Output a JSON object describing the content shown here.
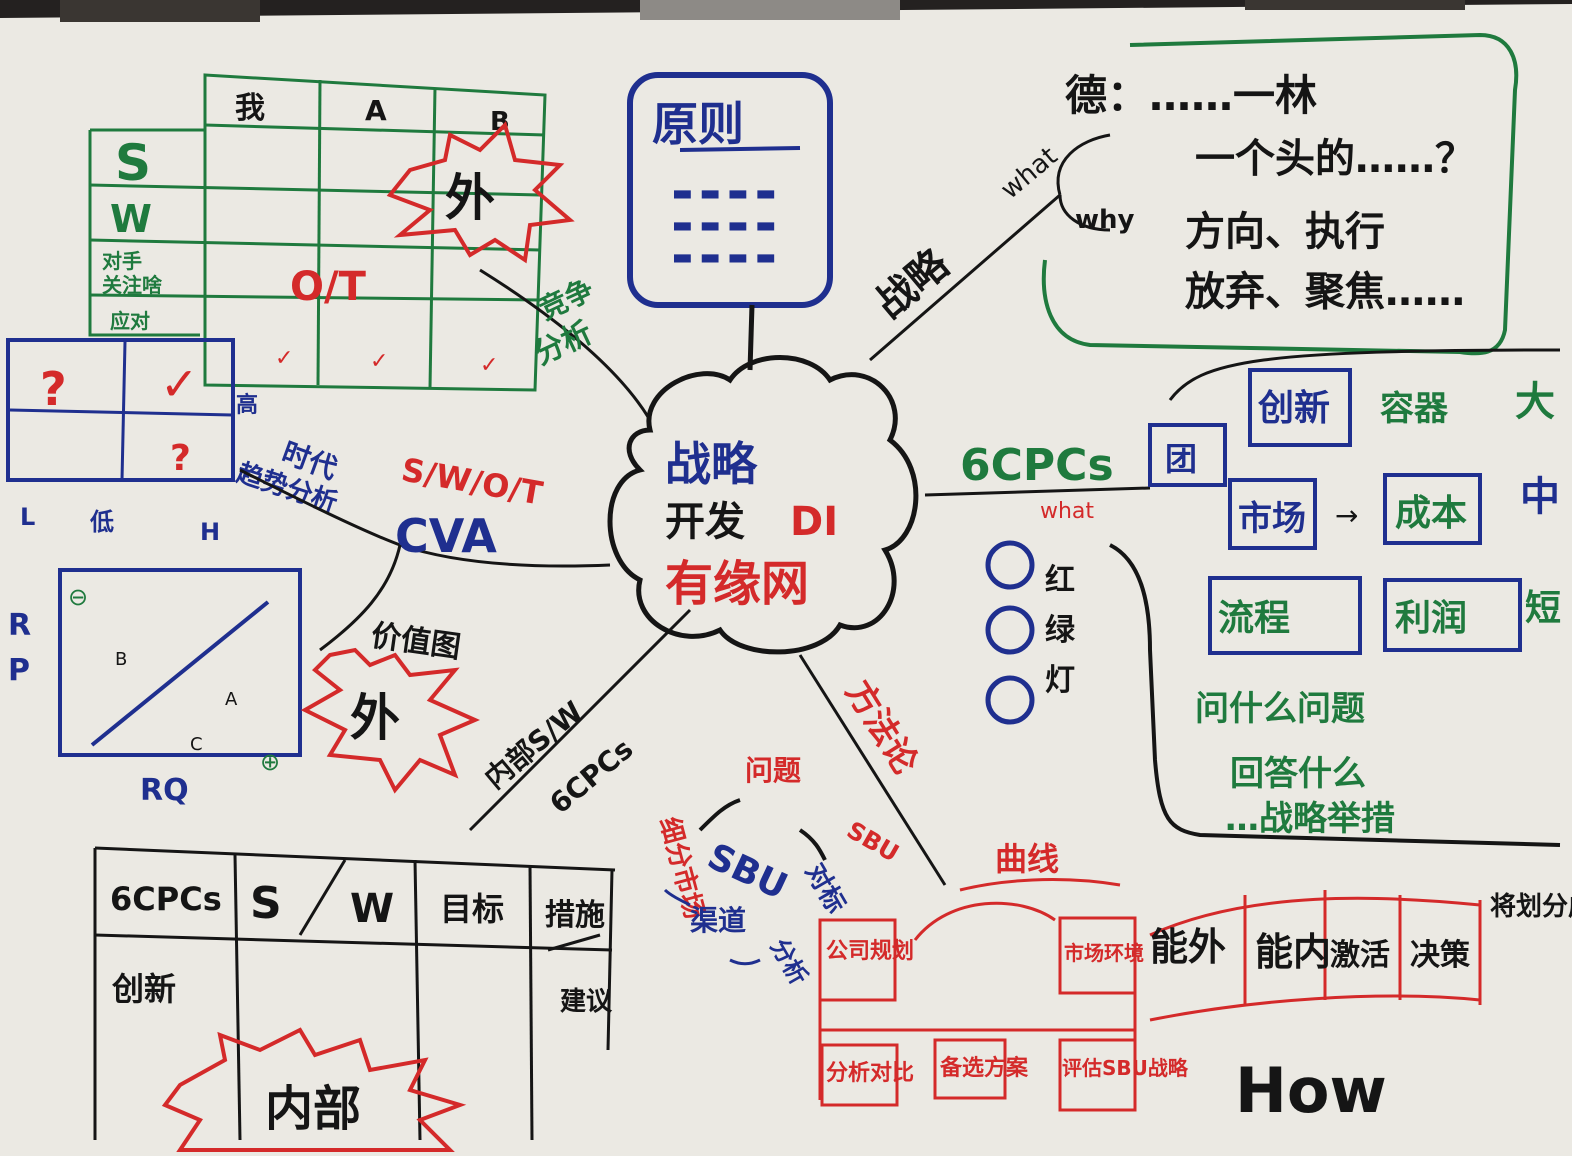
{
  "colors": {
    "paper": "#eceae4",
    "ink_blue": "#1f2f8f",
    "ink_red": "#d42a2a",
    "ink_green": "#1f7a3e",
    "ink_black": "#151515"
  },
  "center": {
    "line1": "战略",
    "line2_black": "开发",
    "line2_red": "DI",
    "line3": "有缘网"
  },
  "principles": {
    "title": "原则",
    "dots": "▬ ▬ ▬ ▬"
  },
  "swot_table": {
    "cols": [
      "我",
      "A",
      "B"
    ],
    "rows": [
      "S",
      "W",
      "对手",
      "关注啥"
    ],
    "last_row": "应对",
    "oit": "O/T",
    "burst": "外",
    "branch": [
      "竞争",
      "分析"
    ]
  },
  "quadrant": {
    "q1": "?",
    "q2": "✓",
    "q4": "?",
    "side": "高",
    "bottom": [
      "L",
      "低",
      "H"
    ],
    "branch": [
      "时代",
      "趋势分析"
    ]
  },
  "cva": {
    "top": "S/W/O/T",
    "main": "CVA"
  },
  "value_chart": {
    "left": [
      "R",
      "P"
    ],
    "bottom": "RQ",
    "points": [
      "B",
      "A",
      "C"
    ],
    "minus": "⊖",
    "plus": "⊕",
    "title": "价值图",
    "burst": "外"
  },
  "branch_sw": {
    "l1": "内部S/W",
    "l2": "6CPCs"
  },
  "table_bottom": {
    "headers": [
      "6CPCs",
      "S",
      "W",
      "目标",
      "措施"
    ],
    "sub": "建议",
    "row1": "创新",
    "burst": "内部"
  },
  "strategy_branch": {
    "main": "战略",
    "what": "what",
    "why": "why",
    "lines": [
      "德：……一林",
      "一个头的……？",
      "方向、执行",
      "放弃、聚焦……"
    ]
  },
  "cpcs": {
    "label": "6CPCs",
    "what": "what",
    "box0": "团",
    "boxes": [
      "创新",
      "市场",
      "成本",
      "流程",
      "利润"
    ],
    "sizes": [
      "大",
      "中",
      "短"
    ],
    "extra": "容器",
    "arrow": "→",
    "circles": [
      "红",
      "绿",
      "灯"
    ],
    "questions": [
      "问什么问题",
      "回答什么",
      "…战略举措"
    ]
  },
  "method": {
    "label": "方法论",
    "sbu": "SBU"
  },
  "cycle": {
    "top": "问题",
    "left": "细分市场",
    "center": "SBU",
    "right1": "对标",
    "bottom": "渠道",
    "right2": "分析"
  },
  "curve": {
    "label": "曲线",
    "boxes": [
      "公司规划",
      "市场环境",
      "分析对比",
      "备选方案",
      "评估SBU战略"
    ],
    "band": [
      "能外",
      "能内",
      "激活",
      "决策",
      "将划分成"
    ],
    "how": "How"
  }
}
